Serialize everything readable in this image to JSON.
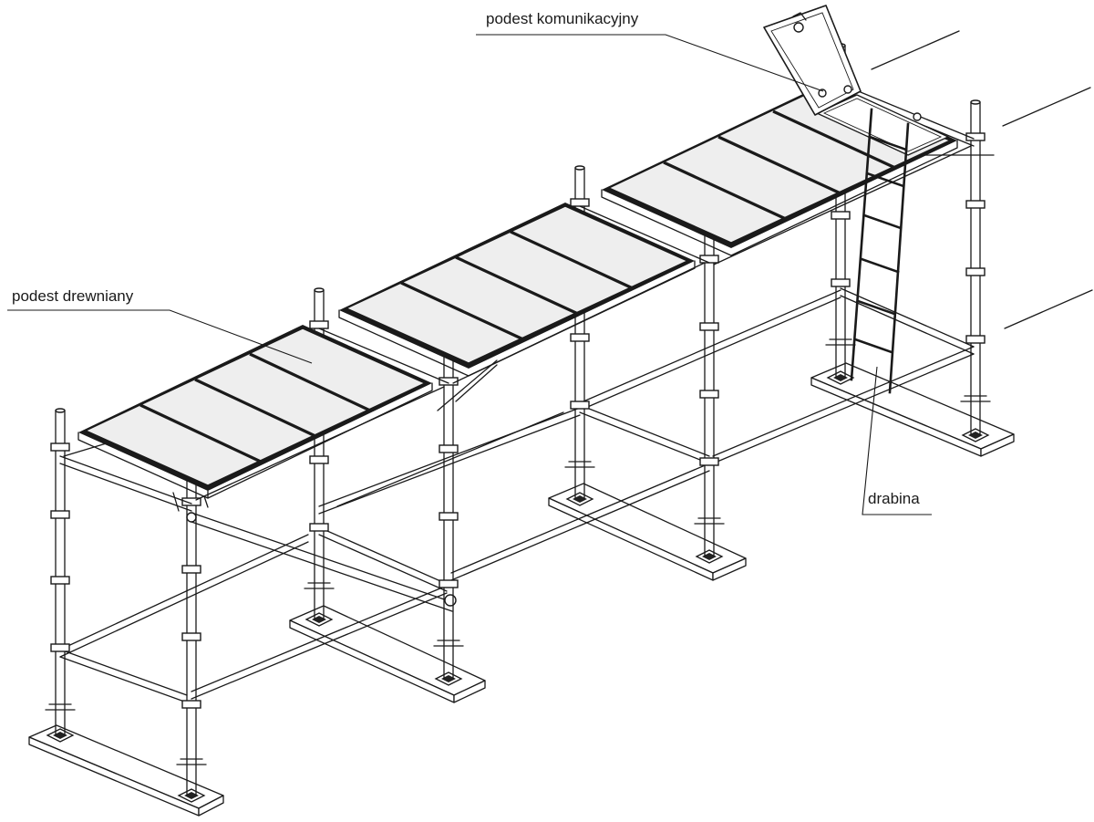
{
  "labels": {
    "podest_komunikacyjny": "podest komunikacyjny",
    "podest_drewniany": "podest drewniany",
    "drabina": "drabina"
  },
  "colors": {
    "line": "#1a1a1a",
    "background": "#ffffff",
    "deck_fill": "#eeeeee"
  }
}
